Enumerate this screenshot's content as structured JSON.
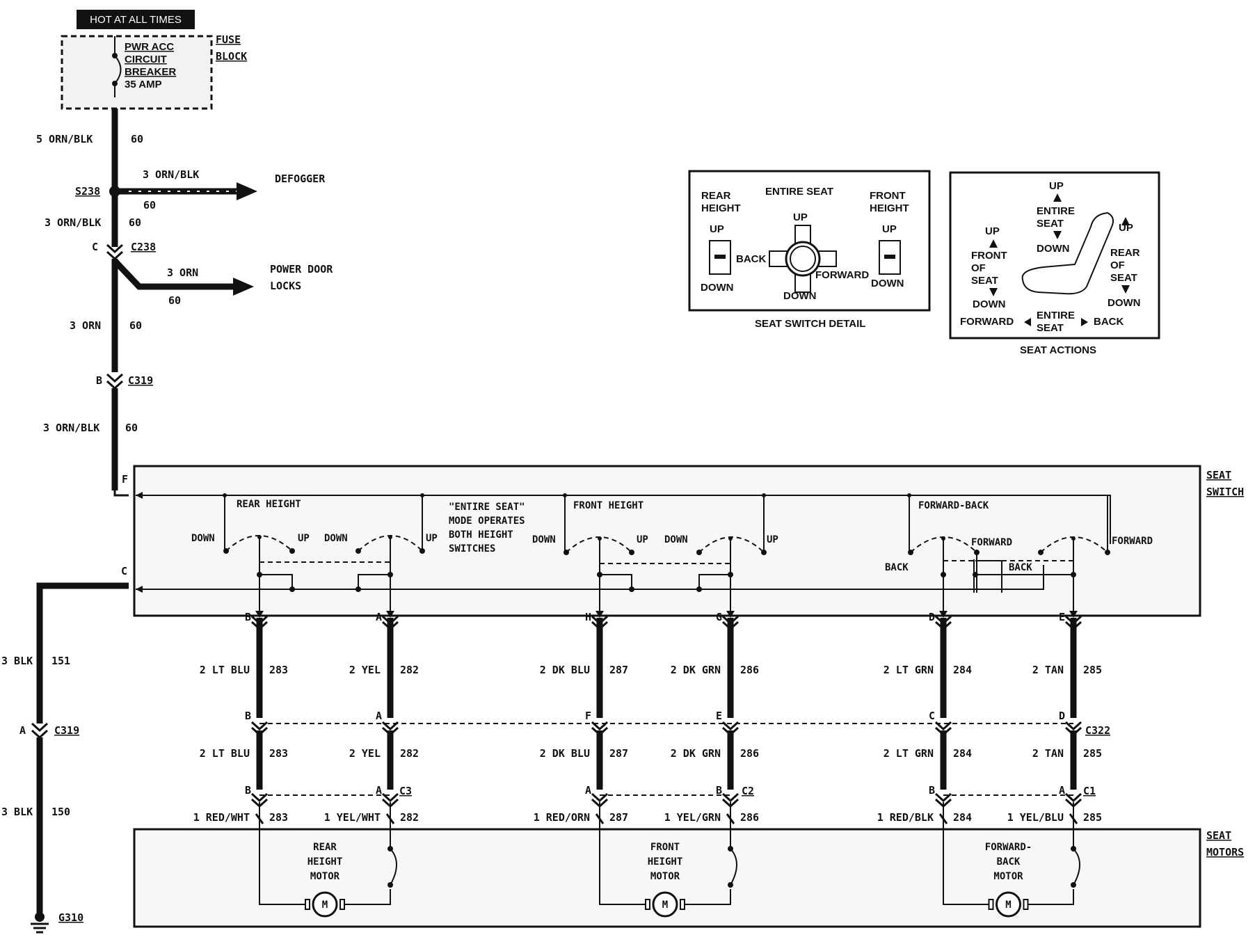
{
  "power": {
    "hot_label": "HOT AT ALL TIMES",
    "breaker": [
      "PWR ACC",
      "CIRCUIT",
      "BREAKER",
      "35 AMP"
    ],
    "fuse_block": [
      "FUSE",
      "BLOCK"
    ]
  },
  "feed": {
    "w1": "5 ORN/BLK",
    "c1": "60",
    "splice": "S238",
    "defog_wire": "3 ORN/BLK",
    "defog_circ": "60",
    "defogger": "DEFOGGER",
    "w2": "3 ORN/BLK",
    "c2": "60",
    "conn_c238_pin": "C",
    "conn_c238": "C238",
    "pdl_wire": "3 ORN",
    "pdl_circ": "60",
    "pdl": [
      "POWER DOOR",
      "LOCKS"
    ],
    "w3": "3 ORN",
    "c3": "60",
    "conn_c319_pin": "B",
    "conn_c319": "C319",
    "w4": "3 ORN/BLK",
    "c4": "60",
    "switch_pin_f": "F"
  },
  "ground": {
    "switch_pin_c": "C",
    "w1": "3 BLK",
    "c1": "151",
    "pin": "A",
    "conn": "C319",
    "w2": "3 BLK",
    "c2": "150",
    "g": "G310"
  },
  "seat_switch": {
    "label": [
      "SEAT",
      "SWITCH"
    ],
    "rear_height": "REAR HEIGHT",
    "front_height": "FRONT HEIGHT",
    "forward_back": "FORWARD-BACK",
    "down": "DOWN",
    "up": "UP",
    "back": "BACK",
    "forward": "FORWARD",
    "note": [
      "\"ENTIRE SEAT\"",
      "MODE OPERATES",
      "BOTH HEIGHT",
      "SWITCHES"
    ]
  },
  "circuits": [
    {
      "top_pin": "B",
      "wire": "2 LT BLU",
      "circ": "283",
      "mid_pin": "B",
      "wire2": "2 LT BLU",
      "circ2": "283",
      "bot_pin": "B",
      "wire3": "1 RED/WHT",
      "circ3": "283"
    },
    {
      "top_pin": "A",
      "wire": "2 YEL",
      "circ": "282",
      "mid_pin": "A",
      "wire2": "2 YEL",
      "circ2": "282",
      "bot_pin": "A",
      "bot_conn": "C3",
      "wire3": "1 YEL/WHT",
      "circ3": "282"
    },
    {
      "top_pin": "H",
      "wire": "2 DK BLU",
      "circ": "287",
      "mid_pin": "F",
      "wire2": "2 DK BLU",
      "circ2": "287",
      "bot_pin": "A",
      "wire3": "1 RED/ORN",
      "circ3": "287"
    },
    {
      "top_pin": "G",
      "wire": "2 DK GRN",
      "circ": "286",
      "mid_pin": "E",
      "wire2": "2 DK GRN",
      "circ2": "286",
      "bot_pin": "B",
      "bot_conn": "C2",
      "wire3": "1 YEL/GRN",
      "circ3": "286"
    },
    {
      "top_pin": "D",
      "wire": "2 LT GRN",
      "circ": "284",
      "mid_pin": "C",
      "wire2": "2 LT GRN",
      "circ2": "284",
      "bot_pin": "B",
      "wire3": "1 RED/BLK",
      "circ3": "284"
    },
    {
      "top_pin": "E",
      "wire": "2 TAN",
      "circ": "285",
      "mid_pin": "D",
      "mid_conn": "C322",
      "wire2": "2 TAN",
      "circ2": "285",
      "bot_pin": "A",
      "bot_conn": "C1",
      "wire3": "1 YEL/BLU",
      "circ3": "285"
    }
  ],
  "motors": {
    "label": [
      "SEAT",
      "MOTORS"
    ],
    "rear": [
      "REAR",
      "HEIGHT",
      "MOTOR"
    ],
    "front": [
      "FRONT",
      "HEIGHT",
      "MOTOR"
    ],
    "fb": [
      "FORWARD-",
      "BACK",
      "MOTOR"
    ],
    "m": "M"
  },
  "switch_detail": {
    "title": "SEAT SWITCH DETAIL",
    "rear": [
      "REAR",
      "HEIGHT"
    ],
    "entire": "ENTIRE SEAT",
    "front": [
      "FRONT",
      "HEIGHT"
    ],
    "up": "UP",
    "down": "DOWN",
    "back": "BACK",
    "forward": "FORWARD"
  },
  "seat_actions": {
    "title": "SEAT ACTIONS",
    "up": "UP",
    "entire": [
      "ENTIRE",
      "SEAT"
    ],
    "down": "DOWN",
    "front_of_seat": [
      "FRONT",
      "OF",
      "SEAT"
    ],
    "rear_of_seat": [
      "REAR",
      "OF",
      "SEAT"
    ],
    "forward": "FORWARD",
    "back": "BACK"
  }
}
